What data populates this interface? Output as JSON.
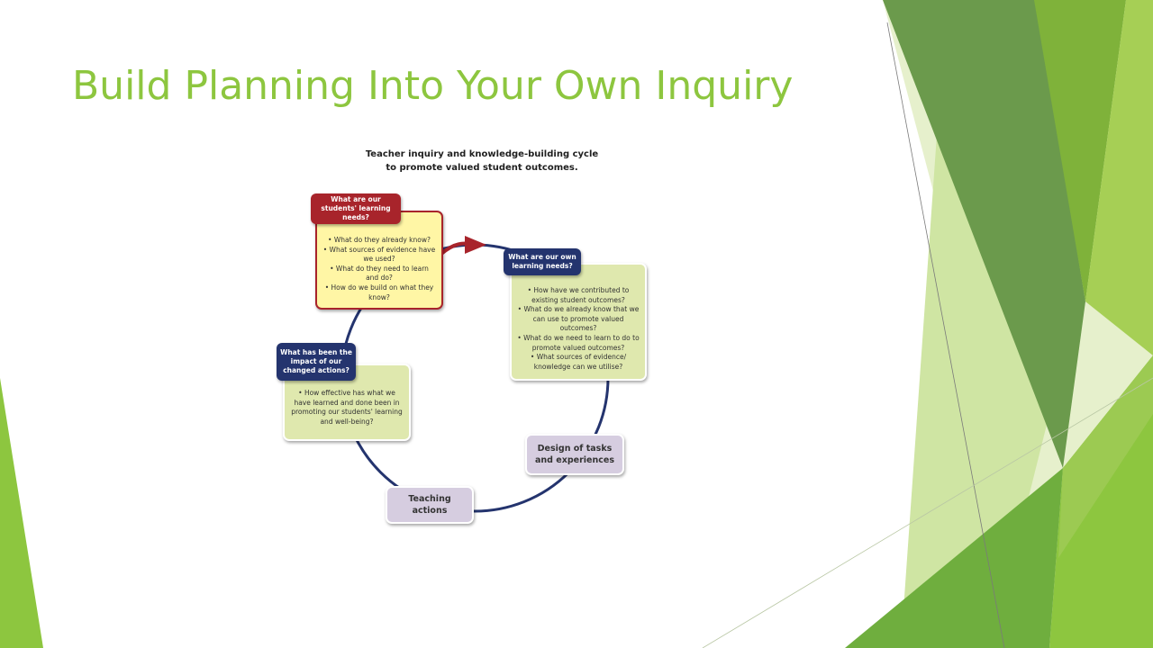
{
  "slide": {
    "title": "Build Planning Into Your Own Inquiry"
  },
  "diagram": {
    "title_line1": "Teacher inquiry and knowledge-building cycle",
    "title_line2": "to promote valued student outcomes.",
    "students_needs": {
      "header": "What are our students' learning needs?",
      "items": [
        "What do they already know?",
        "What sources of evidence have we used?",
        "What do they need to learn and do?",
        "How do we build on what they know?"
      ]
    },
    "own_needs": {
      "header": "What are our own learning needs?",
      "items": [
        "How have we contributed to existing student outcomes?",
        "What do we already know that we can use to promote valued outcomes?",
        "What do we need to learn to do to promote valued outcomes?",
        "What sources of evidence/ knowledge can we utilise?"
      ]
    },
    "design": "Design of tasks and experiences",
    "teaching": "Teaching actions",
    "impact": {
      "header": "What has been the impact of our changed actions?",
      "items": [
        "How effective has what we have learned and done been in promoting our students' learning and well-being?"
      ]
    }
  },
  "colors": {
    "title_green": "#8dc63f",
    "cycle_navy": "#24346e",
    "header_red": "#a8242b",
    "box_yellow": "#fff6a5",
    "box_green": "#dfe8ae",
    "step_lavender": "#d6cde0"
  }
}
